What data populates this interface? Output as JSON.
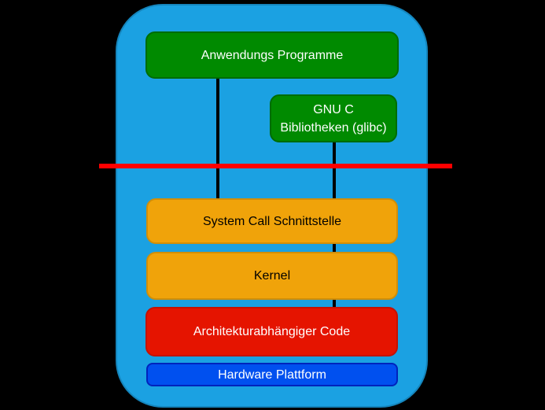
{
  "diagram": {
    "background_color": "#000000",
    "container": {
      "fill": "#1BA1E2",
      "stroke": "#1585BC"
    },
    "separator_line": {
      "color": "#FF0000"
    },
    "connector": {
      "color": "#000000"
    },
    "boxes": {
      "applications": {
        "label": "Anwendungs Programme",
        "fill": "#008A00",
        "stroke": "#006C00",
        "text_color": "#FFFFFF"
      },
      "glibc": {
        "lines": [
          "GNU C",
          "Bibliotheken (glibc)"
        ],
        "fill": "#008A00",
        "stroke": "#006C00",
        "text_color": "#FFFFFF"
      },
      "syscall": {
        "label": "System Call Schnittstelle",
        "fill": "#F0A30A",
        "stroke": "#D18E08",
        "text_color": "#000000"
      },
      "kernel": {
        "label": "Kernel",
        "fill": "#F0A30A",
        "stroke": "#D18E08",
        "text_color": "#000000"
      },
      "arch_code": {
        "label": "Architekturabhängiger Code",
        "fill": "#E51400",
        "stroke": "#C51100",
        "text_color": "#FFFFFF"
      },
      "hardware": {
        "label": "Hardware Plattform",
        "fill": "#0050EF",
        "stroke": "#0023BC",
        "text_color": "#FFFFFF"
      }
    }
  }
}
